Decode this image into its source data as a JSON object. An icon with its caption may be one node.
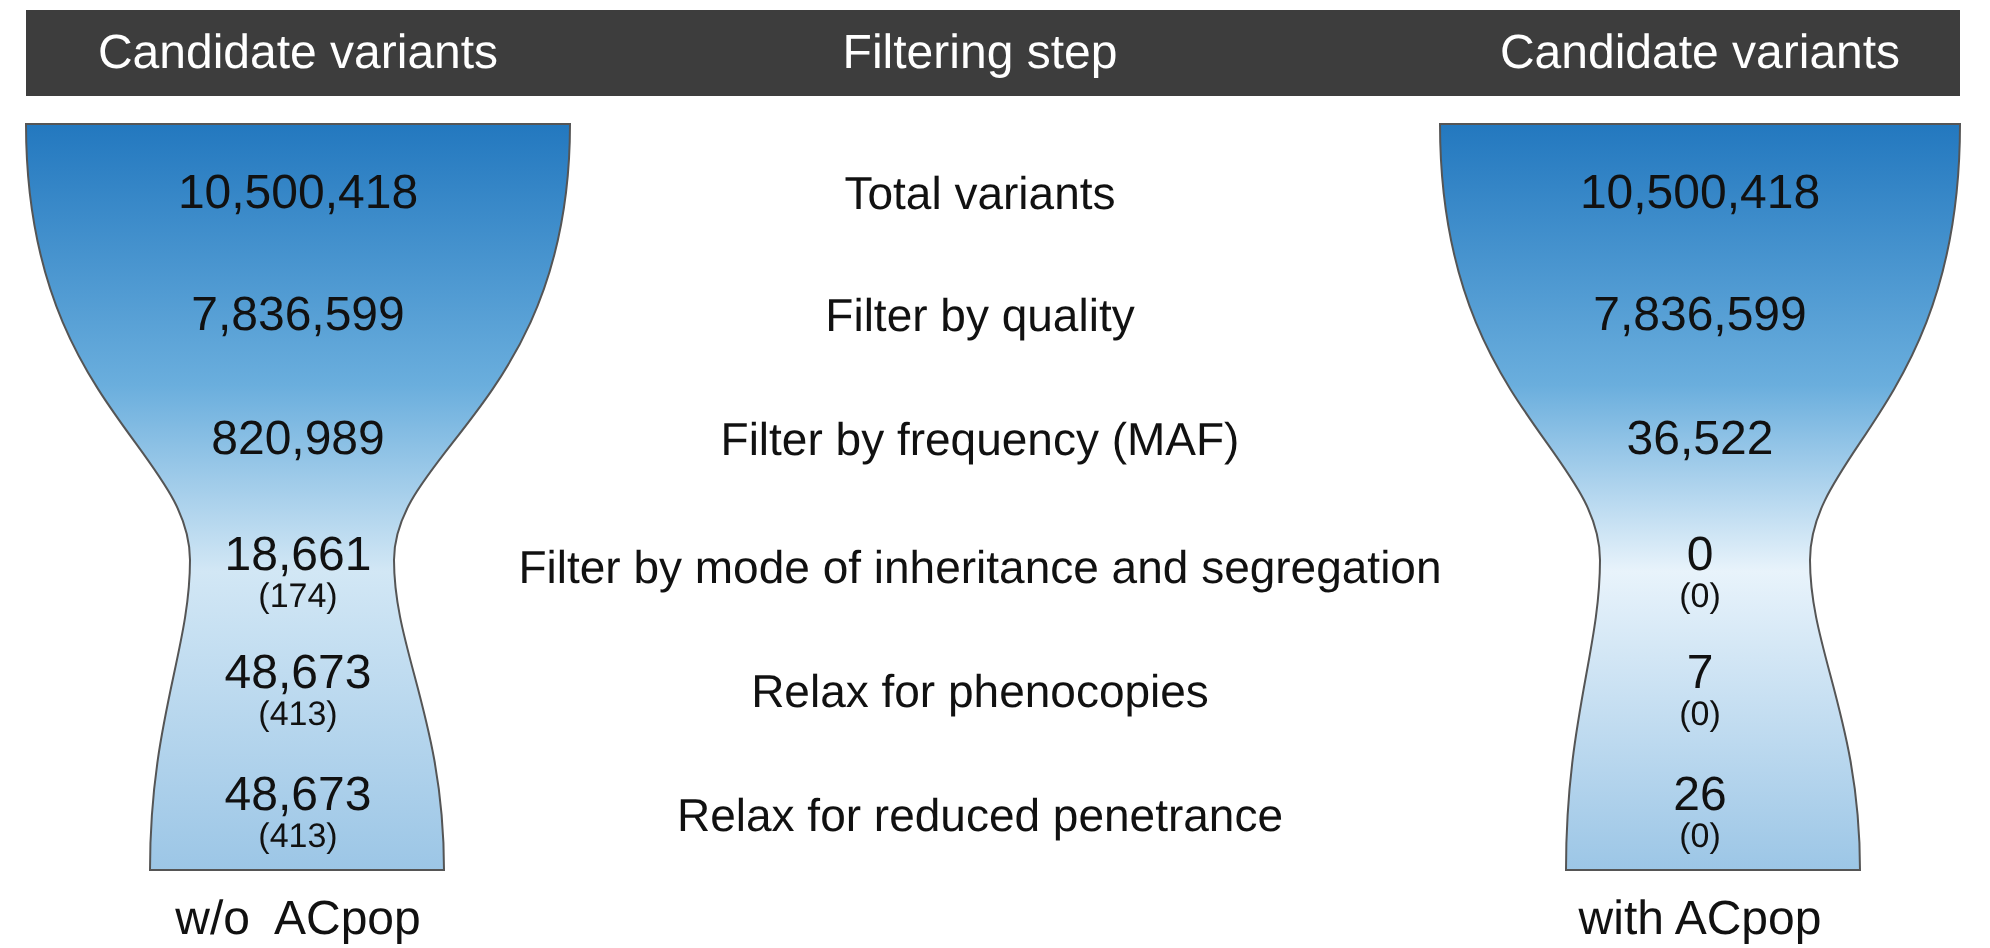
{
  "diagram": {
    "nodes": [
      {
        "text": [
          "Candidate variants",
          "Filtering step",
          "Candidate variants"
        ]
      },
      {
        "text": [
          "10,500,418",
          "7,836,599",
          "820,989",
          "18,661",
          "(174)",
          "48,673",
          "(413)",
          "48,673",
          "(413)"
        ],
        "beside": [
          "w/o  ACpop"
        ]
      },
      {
        "text": [
          "10,500,418",
          "7,836,599",
          "36,522",
          "0",
          "(0)",
          "7",
          "(0)",
          "26",
          "(0)"
        ],
        "beside": [
          "with ACpop"
        ]
      }
    ],
    "labels": [
      "Total variants",
      "Filter by quality",
      "Filter by frequency (MAF)",
      "Filter by mode of inheritance and segregation",
      "Relax for phenocopies",
      "Relax for reduced penetrance"
    ]
  }
}
